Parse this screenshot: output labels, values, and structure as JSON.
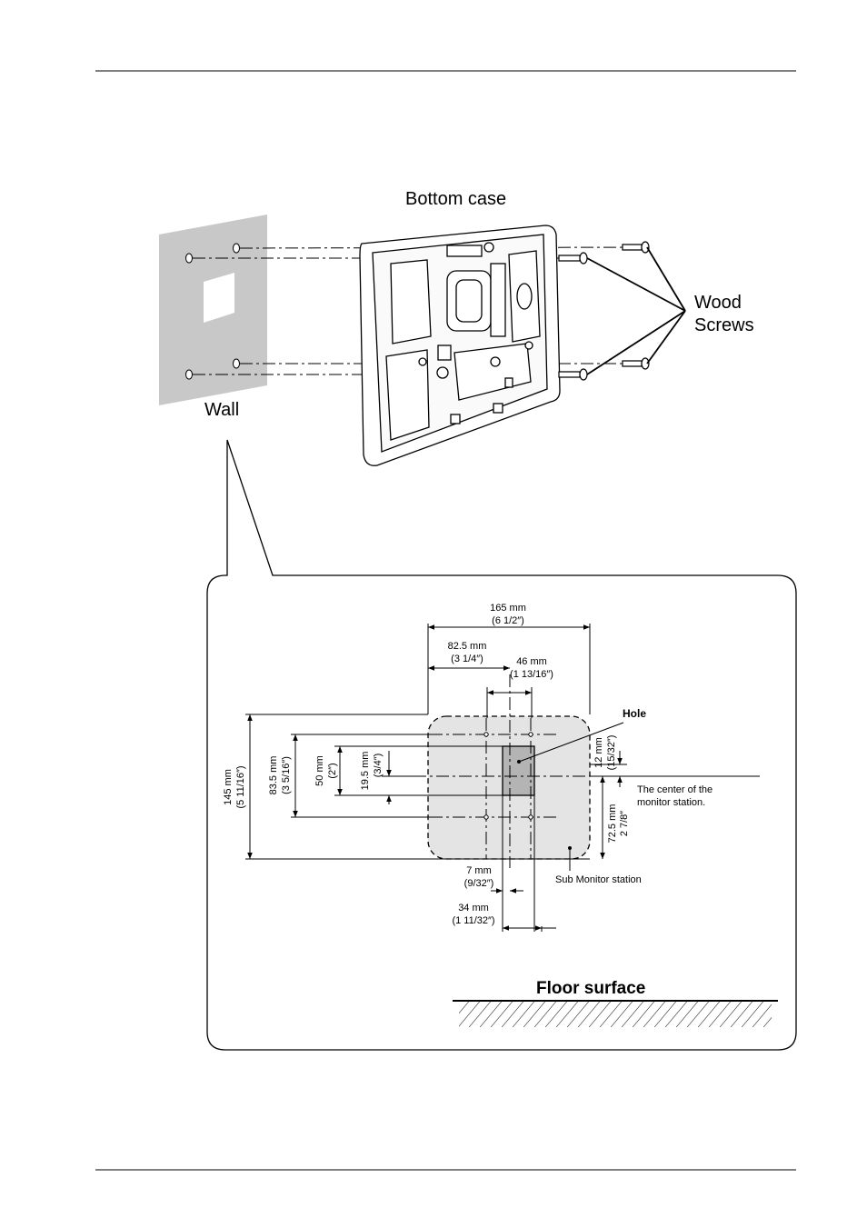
{
  "labels": {
    "bottom_case": "Bottom case",
    "wood": "Wood",
    "screws": "Screws",
    "wall": "Wall",
    "hole": "Hole",
    "center_line1": "The center of the",
    "center_line2": "monitor station.",
    "sub_monitor": "Sub Monitor station",
    "floor_surface": "Floor surface"
  },
  "dimensions": {
    "d165_mm": "165 mm",
    "d165_in": "(6 1/2″)",
    "d82_mm": "82.5 mm",
    "d82_in": "(3 1/4″)",
    "d46_mm": "46 mm",
    "d46_in": "(1 13/16″)",
    "d145_mm": "145 mm",
    "d145_in": "(5 11/16″)",
    "d83_mm": "83.5 mm",
    "d83_in": "(3 5/16″)",
    "d50_mm": "50 mm",
    "d50_in": "(2″)",
    "d19_mm": "19.5 mm",
    "d19_in": "(3/4″)",
    "d12_mm": "12 mm",
    "d12_in": "(15/32″)",
    "d72_mm": "72.5 mm",
    "d72_in": "2 7/8″",
    "d7_mm": "7 mm",
    "d7_in": "(9/32″)",
    "d34_mm": "34 mm",
    "d34_in": "(1 11/32″)"
  },
  "colors": {
    "wall": "#c8c8c8",
    "station_fill": "#e4e4e4",
    "hole_fill": "#b4b4b4"
  }
}
